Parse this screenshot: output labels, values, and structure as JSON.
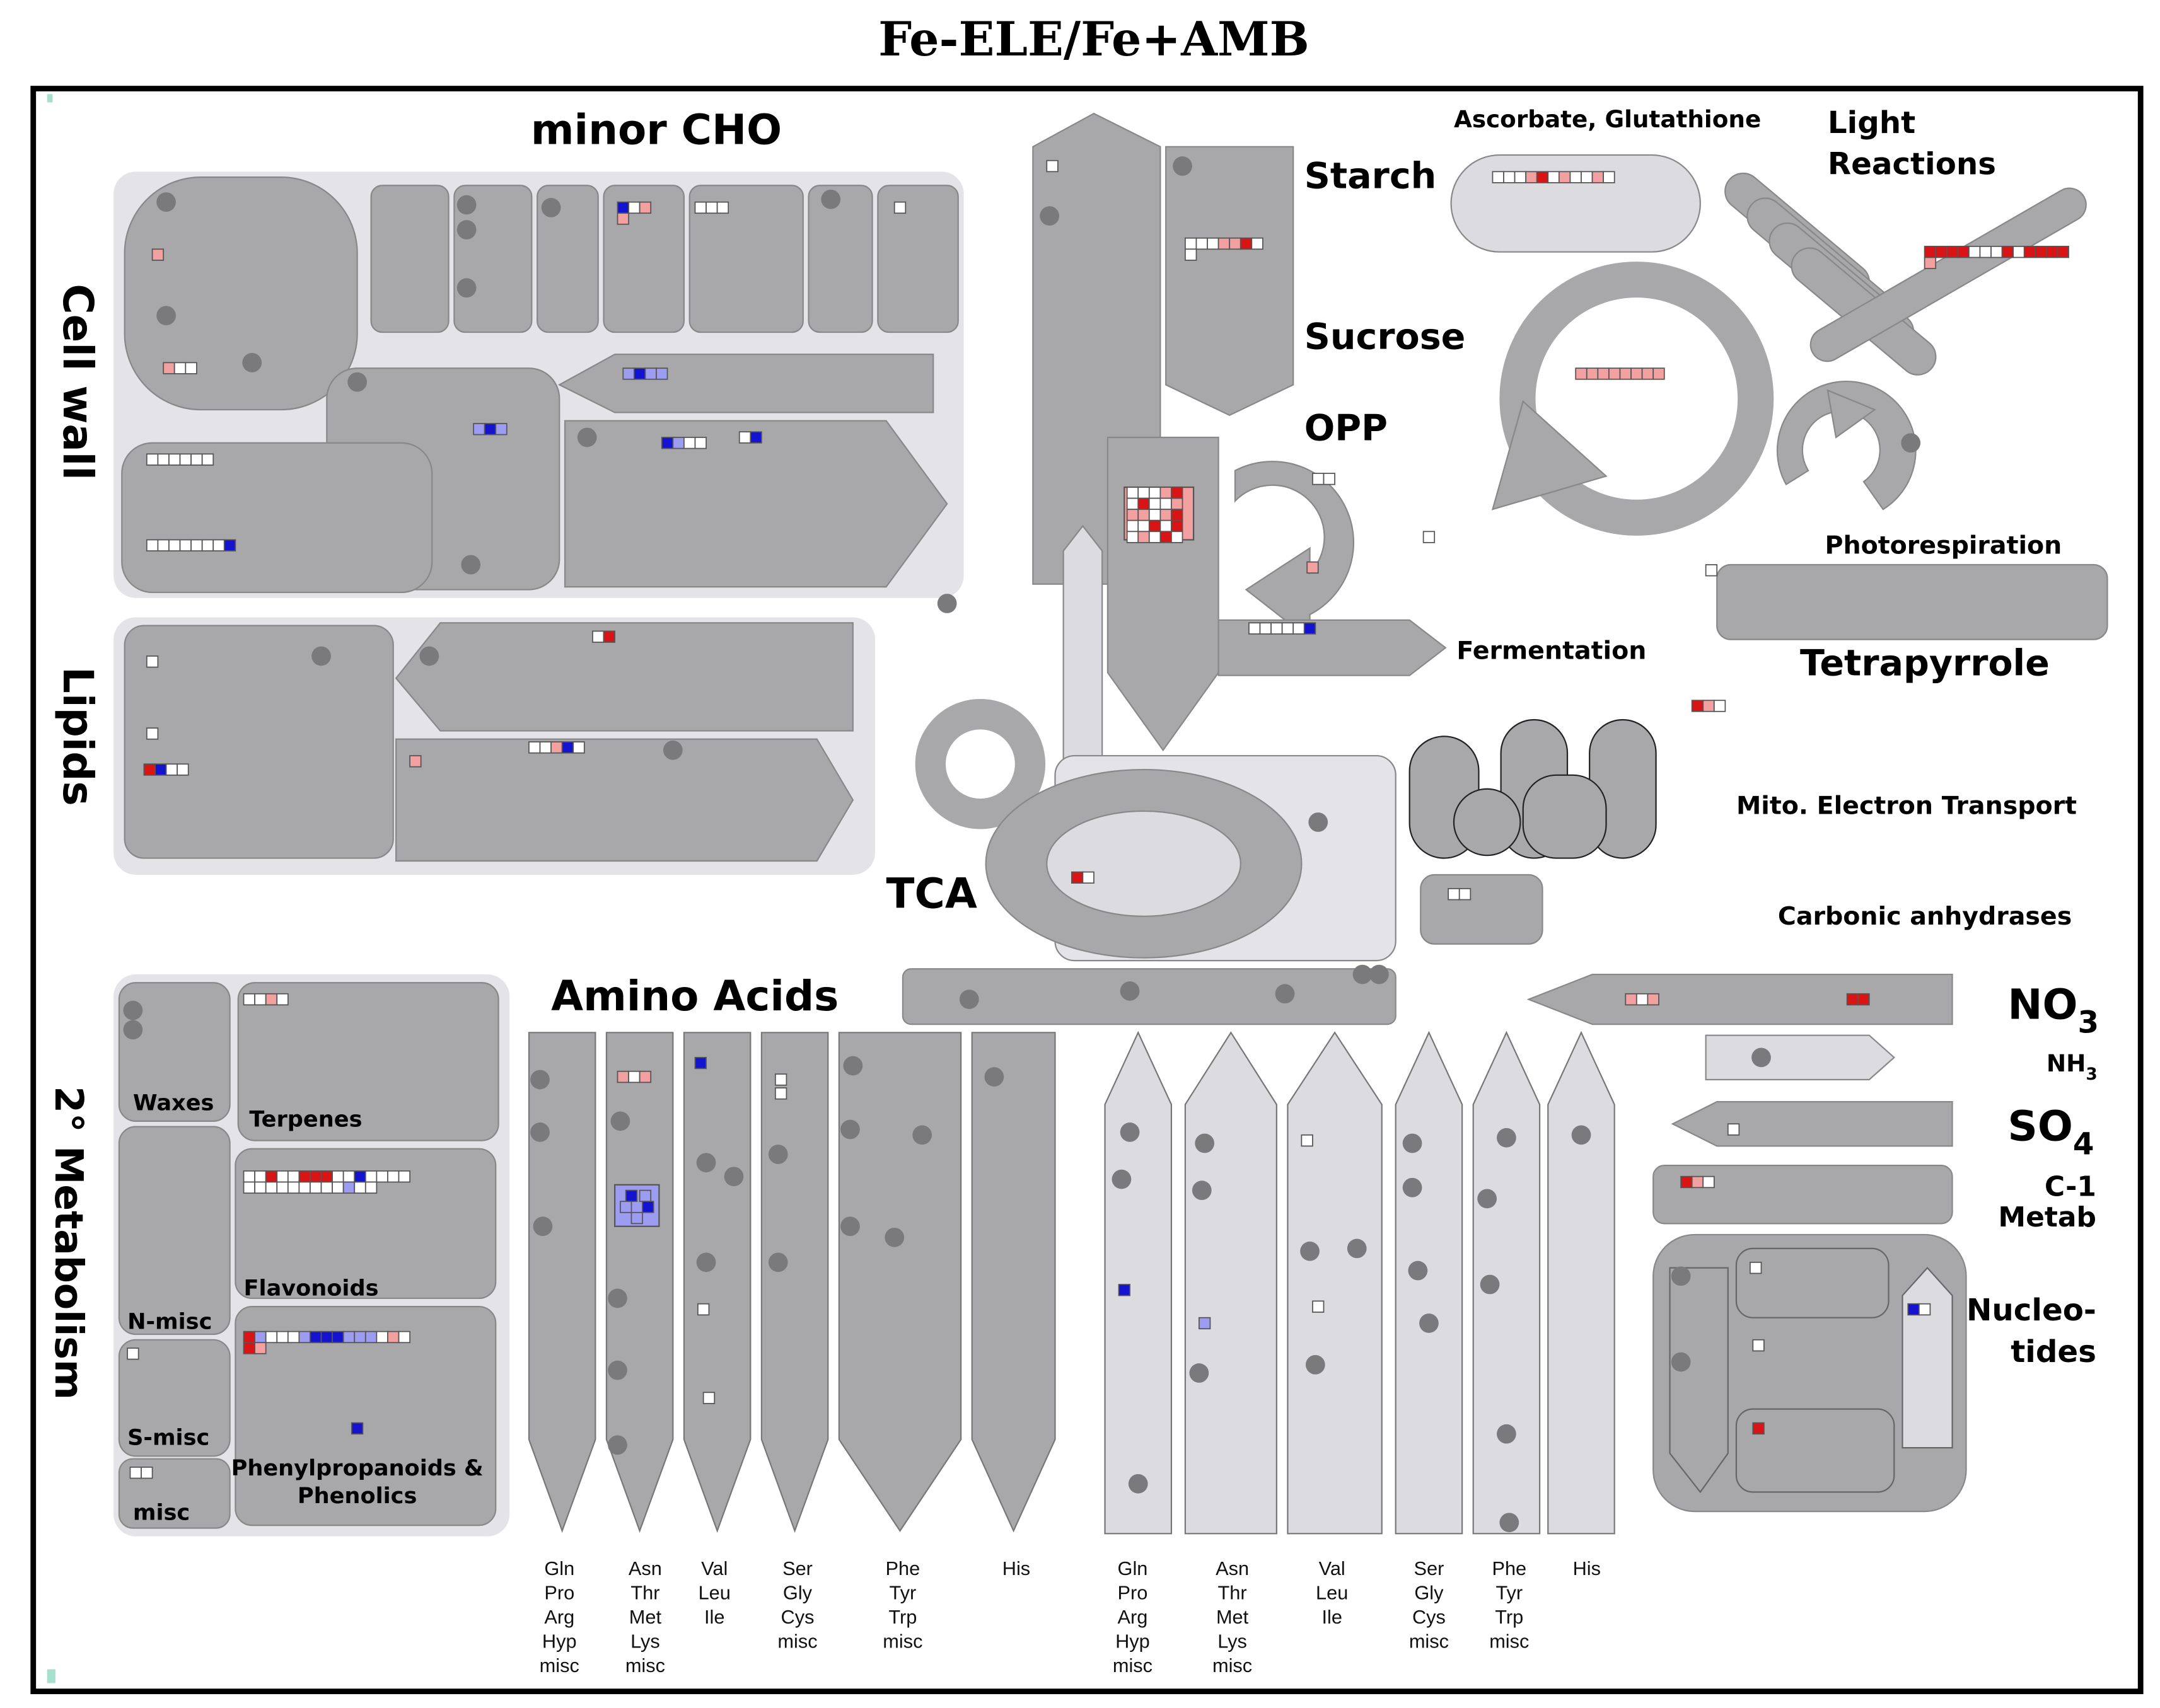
{
  "title": "Fe-ELE/Fe+AMB",
  "colors": {
    "frame": "#000000",
    "panel_bg": "#e3e3e8",
    "shape_fill": "#a8a8aa",
    "shape_light": "#dcdce0",
    "dot": "#7a7a7c",
    "up_strong": "#d81414",
    "up_weak": "#f2a0a0",
    "down_strong": "#1414d0",
    "down_weak": "#9c9cf0",
    "neutral": "#ffffff"
  },
  "labels": {
    "minor_cho": "minor CHO",
    "cell_wall": "Cell wall",
    "lipids": "Lipids",
    "secondary_metabolism": "2° Metabolism",
    "waxes": "Waxes",
    "terpenes": "Terpenes",
    "flavonoids": "Flavonoids",
    "n_misc": "N-misc",
    "s_misc": "S-misc",
    "misc": "misc",
    "phenylpropanoids": "Phenylpropanoids &",
    "phenolics": "Phenolics",
    "starch": "Starch",
    "sucrose": "Sucrose",
    "opp": "OPP",
    "fermentation": "Fermentation",
    "tca": "TCA",
    "amino_acids": "Amino Acids",
    "ascorbate": "Ascorbate, Glutathione",
    "light_reactions_1": "Light",
    "light_reactions_2": "Reactions",
    "photorespiration": "Photorespiration",
    "tetrapyrrole": "Tetrapyrrole",
    "mito_electron": "Mito. Electron Transport",
    "carbonic": "Carbonic anhydrases",
    "no3": "NO",
    "no3_sub": "3",
    "nh3": "NH",
    "nh3_sub": "3",
    "so4": "SO",
    "so4_sub": "4",
    "c1_1": "C-1",
    "c1_2": "Metab",
    "nucleo_1": "Nucleo-",
    "nucleo_2": "tides"
  },
  "aa_groups": [
    [
      "Gln",
      "Pro",
      "Arg",
      "Hyp",
      "misc"
    ],
    [
      "Asn",
      "Thr",
      "Met",
      "Lys",
      "misc"
    ],
    [
      "Val",
      "Leu",
      "Ile"
    ],
    [
      "Ser",
      "Gly",
      "Cys",
      "misc"
    ],
    [
      "Phe",
      "Tyr",
      "Trp",
      "misc"
    ],
    [
      "His"
    ]
  ]
}
